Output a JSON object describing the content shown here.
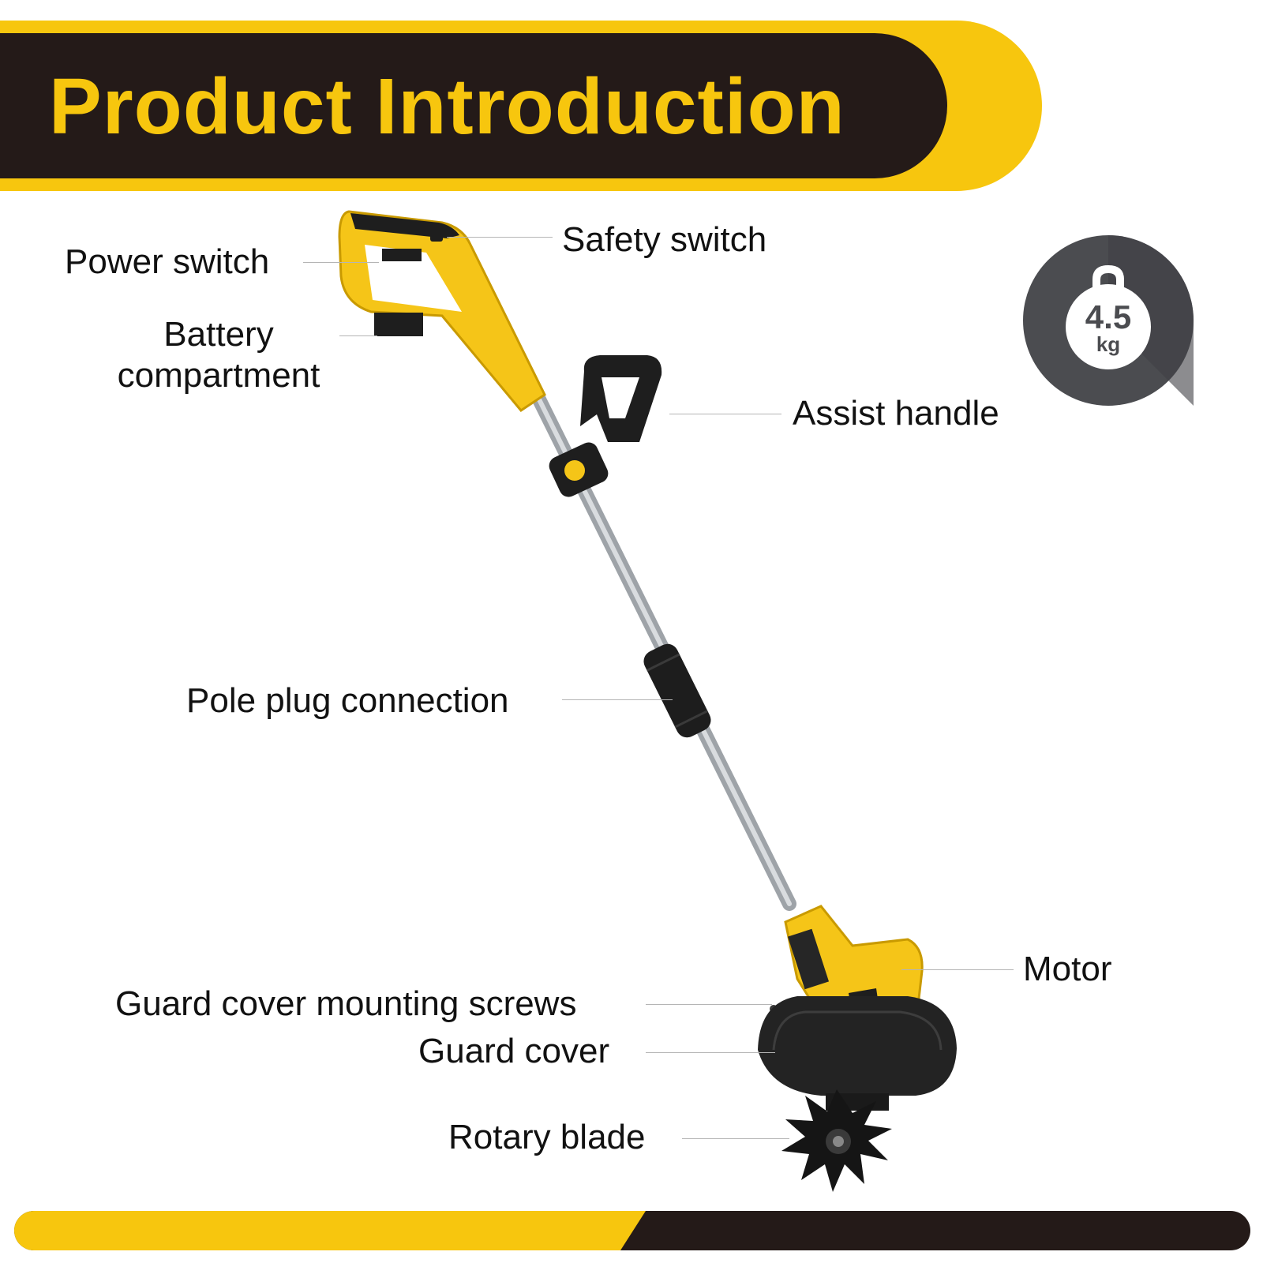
{
  "header": {
    "title": "Product Introduction"
  },
  "labels": {
    "power_switch": "Power switch",
    "safety_switch": "Safety switch",
    "battery_compartment_line1": "Battery",
    "battery_compartment_line2": "compartment",
    "assist_handle": "Assist handle",
    "pole_plug_connection": "Pole plug connection",
    "motor": "Motor",
    "guard_cover_mounting_screws": "Guard cover mounting screws",
    "guard_cover": "Guard cover",
    "rotary_blade": "Rotary blade"
  },
  "weight": {
    "value": "4.5",
    "unit": "kg"
  },
  "colors": {
    "accent_yellow": "#f7c60e",
    "dark_brown": "#241a18",
    "badge_gray": "#4b4c50"
  }
}
